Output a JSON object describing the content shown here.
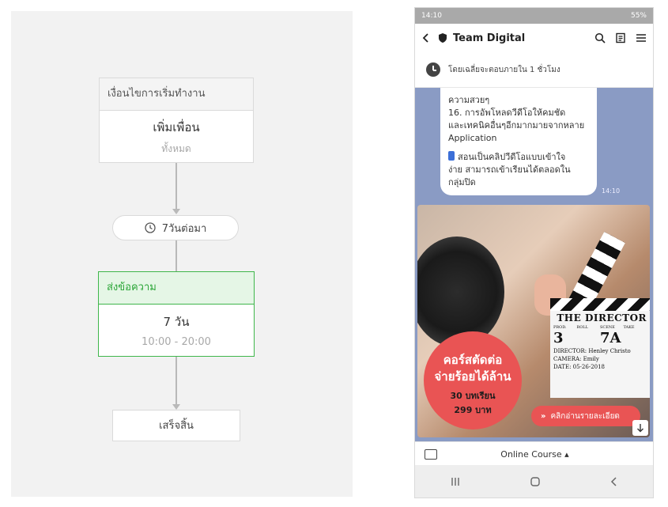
{
  "flow": {
    "trigger": {
      "header": "เงื่อนไขการเริ่มทำงาน",
      "title": "เพิ่มเพื่อน",
      "subtitle": "ทั้งหมด"
    },
    "delay": {
      "label": "7วันต่อมา"
    },
    "message": {
      "header": "ส่งข้อความ",
      "title": "7 วัน",
      "subtitle": "10:00 - 20:00"
    },
    "end": {
      "label": "เสร็จสิ้น"
    }
  },
  "phone": {
    "status": {
      "time": "14:10",
      "battery": "55%"
    },
    "appbar": {
      "title": "Team Digital"
    },
    "response_note": "โดยเฉลี่ยจะตอบภายใน 1 ชั่วโมง",
    "bubble": {
      "lines": [
        "ความสวยๆ",
        "16. การอัพโหลดวีดีโอให้คมชัด",
        "และเทคนิคอื่นๆอีกมากมายจากหลาย",
        "Application"
      ],
      "lines2": [
        "สอนเป็นคลิปวีดีโอแบบเข้าใจ",
        "ง่าย สามารถเข้าเรียนได้ตลอดใน",
        "กลุ่มปิด"
      ],
      "time": "14:10"
    },
    "promo": {
      "headline1": "คอร์สตัดต่อ",
      "headline2": "จ่ายร้อยได้ล้าน",
      "lessons": "30 บทเรียน",
      "price": "299 บาท",
      "cta": "คลิกอ่านรายละเอียด",
      "clapper": {
        "title": "THE DIRECTOR",
        "labels": [
          "PROD.",
          "ROLL",
          "SCENE",
          "TAKE"
        ],
        "roll": "3",
        "scene": "7A",
        "director": "DIRECTOR: Henley Christo",
        "camera": "CAMERA: Emily",
        "date": "DATE: 05-26-2018"
      }
    },
    "bottom_menu": "Online Course ▴"
  }
}
